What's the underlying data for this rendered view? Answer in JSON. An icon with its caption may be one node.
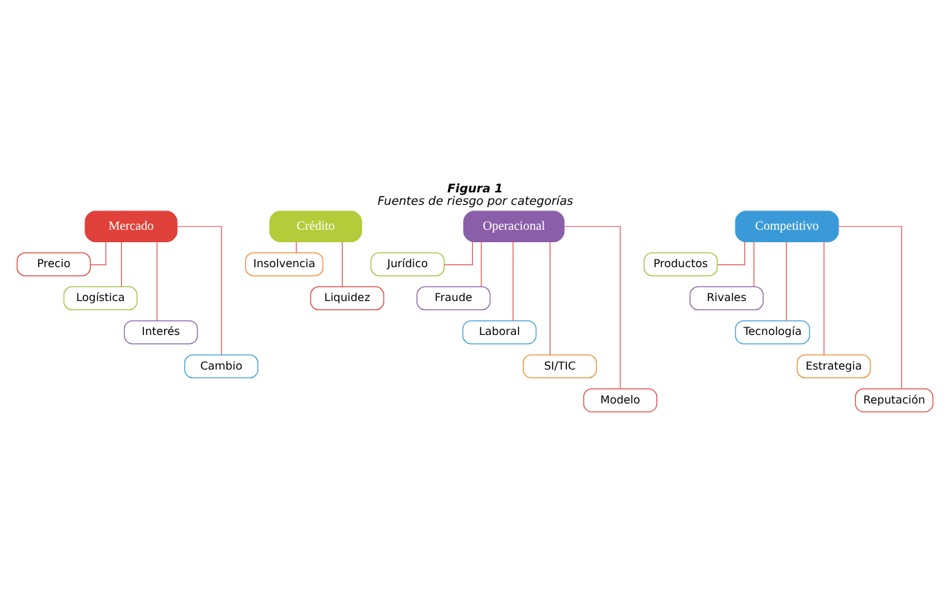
{
  "diagram": {
    "title": "Figura 1",
    "caption": "Fuentes de riesgo por categorías",
    "nodes": [
      {
        "text": [
          "Mercado"
        ]
      },
      {
        "text": [
          "Precio"
        ]
      },
      {
        "text": [
          "Logística"
        ]
      },
      {
        "text": [
          "Interés"
        ]
      },
      {
        "text": [
          "Cambio"
        ]
      },
      {
        "text": [
          "Crédito"
        ]
      },
      {
        "text": [
          "Insolvencia"
        ]
      },
      {
        "text": [
          "Liquidez"
        ]
      },
      {
        "text": [
          "Operacional"
        ]
      },
      {
        "text": [
          "Jurídico"
        ]
      },
      {
        "text": [
          "Fraude"
        ]
      },
      {
        "text": [
          "Laboral"
        ]
      },
      {
        "text": [
          "SI/TIC"
        ]
      },
      {
        "text": [
          "Modelo"
        ]
      },
      {
        "text": [
          "Competitivo"
        ]
      },
      {
        "text": [
          "Productos"
        ]
      },
      {
        "text": [
          "Rivales"
        ]
      },
      {
        "text": [
          "Tecnología"
        ]
      },
      {
        "text": [
          "Estrategia"
        ]
      },
      {
        "text": [
          "Reputación"
        ]
      }
    ],
    "edges": [
      {
        "from": 0,
        "to": 1,
        "arrow": "none"
      },
      {
        "from": 0,
        "to": 2,
        "arrow": "none"
      },
      {
        "from": 0,
        "to": 3,
        "arrow": "none"
      },
      {
        "from": 0,
        "to": 4,
        "arrow": "none"
      },
      {
        "from": 5,
        "to": 6,
        "arrow": "none"
      },
      {
        "from": 5,
        "to": 7,
        "arrow": "none"
      },
      {
        "from": 8,
        "to": 9,
        "arrow": "none"
      },
      {
        "from": 8,
        "to": 10,
        "arrow": "none"
      },
      {
        "from": 8,
        "to": 11,
        "arrow": "none"
      },
      {
        "from": 8,
        "to": 12,
        "arrow": "none"
      },
      {
        "from": 8,
        "to": 13,
        "arrow": "none"
      },
      {
        "from": 14,
        "to": 15,
        "arrow": "none"
      },
      {
        "from": 14,
        "to": 16,
        "arrow": "none"
      },
      {
        "from": 14,
        "to": 17,
        "arrow": "none"
      },
      {
        "from": 14,
        "to": 18,
        "arrow": "none"
      },
      {
        "from": 14,
        "to": 19,
        "arrow": "none"
      }
    ]
  }
}
